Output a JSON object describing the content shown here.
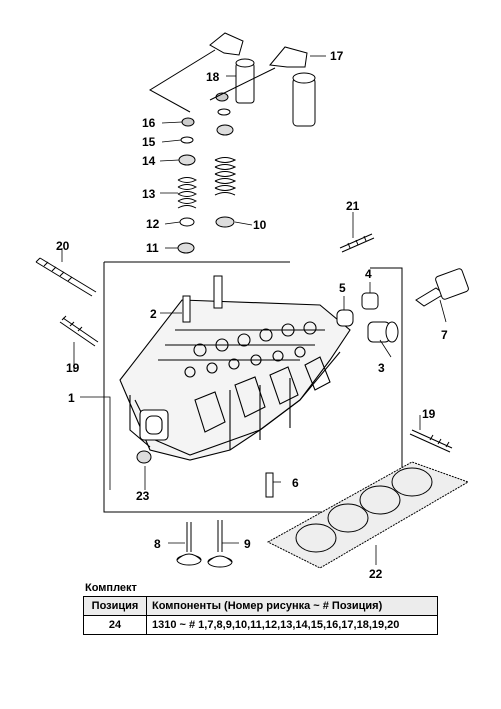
{
  "callouts": [
    "1",
    "2",
    "3",
    "4",
    "5",
    "6",
    "7",
    "8",
    "9",
    "10",
    "11",
    "12",
    "13",
    "14",
    "15",
    "16",
    "17",
    "18",
    "19",
    "19",
    "20",
    "21",
    "22",
    "23"
  ],
  "kit": {
    "title": "Комплект",
    "columns": [
      "Позиция",
      "Компоненты (Номер рисунка ~ # Позиция)"
    ],
    "rows": [
      {
        "position": "24",
        "components": "1310 ~ # 1,7,8,9,10,11,12,13,14,15,16,17,18,19,20"
      }
    ]
  }
}
